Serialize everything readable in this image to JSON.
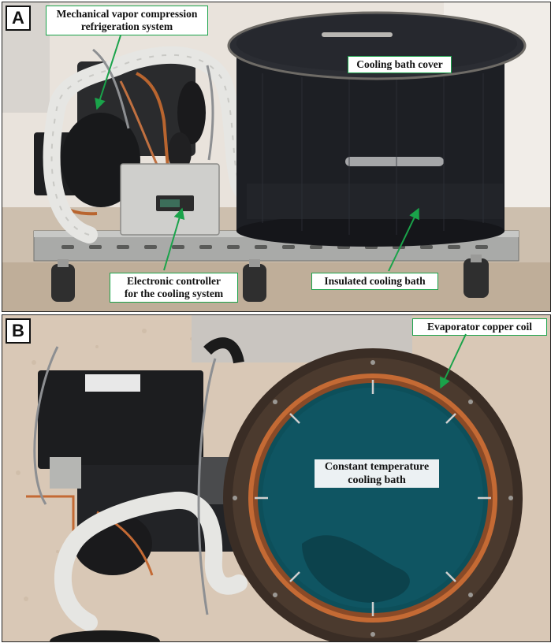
{
  "panel_a": {
    "letter": "A",
    "labels": {
      "refrigeration": [
        "Mechanical vapor compression",
        "refrigeration system"
      ],
      "cover": "Cooling bath cover",
      "controller": [
        "Electronic controller",
        "for the cooling system"
      ],
      "bath": "Insulated cooling bath"
    }
  },
  "panel_b": {
    "letter": "B",
    "labels": {
      "coil": "Evaporator copper coil",
      "bath": [
        "Constant temperature",
        "cooling bath"
      ]
    }
  },
  "colors": {
    "callout_border": "#1aa34a",
    "arrow": "#1aa34a",
    "water": "#0d4f5a",
    "copper": "#c46a34"
  }
}
